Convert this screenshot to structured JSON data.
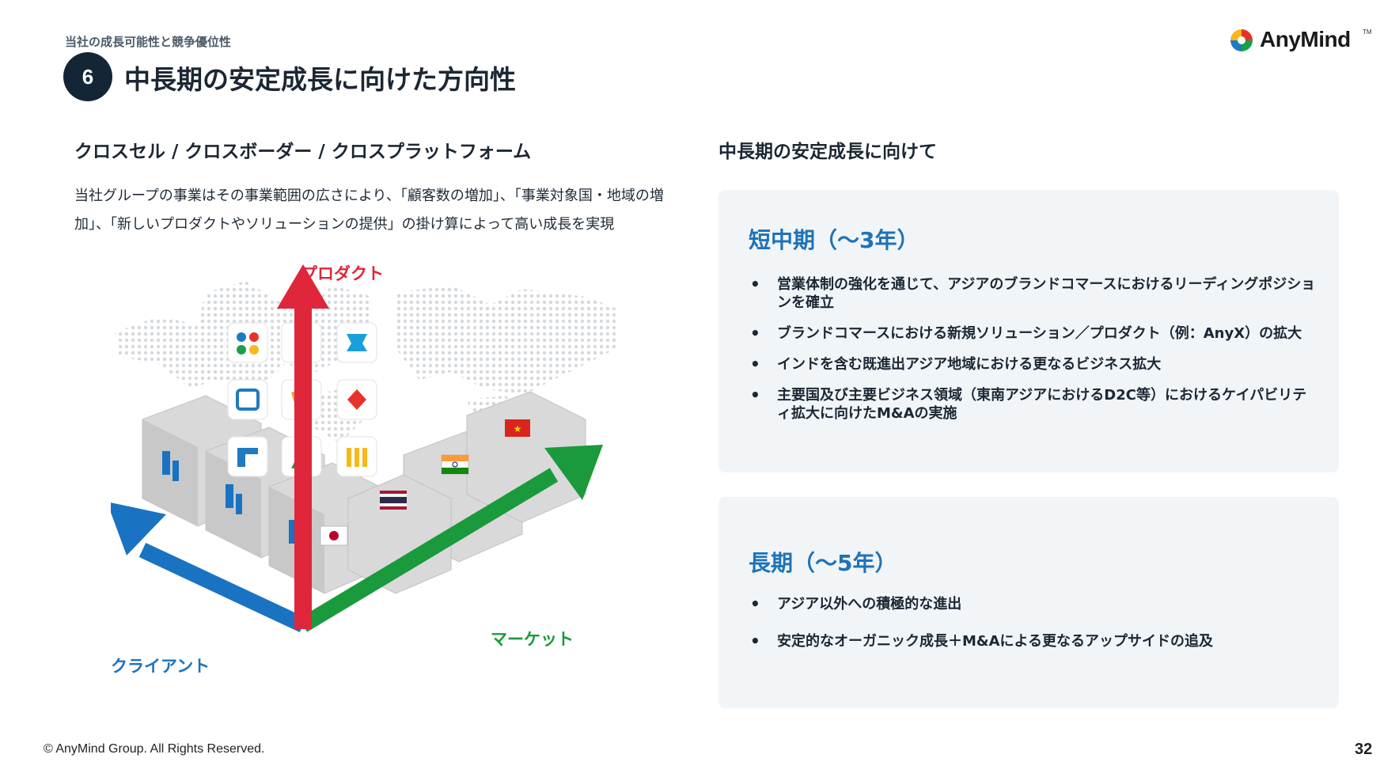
{
  "header": {
    "breadcrumb": "当社の成長可能性と競争優位性",
    "section_number": "6",
    "title": "中長期の安定成長に向けた方向性",
    "logo_text": "AnyMind",
    "logo_tm": "TM"
  },
  "left": {
    "heading": "クロスセル / クロスボーダー / クロスプラットフォーム",
    "body": "当社グループの事業はその事業範囲の広さにより、「顧客数の増加」、「事業対象国・地域の増加」、「新しいプロダクトやソリューションの提供」の掛け算によって高い成長を実現",
    "axis_product": "プロダクト",
    "axis_client": "クライアント",
    "axis_market": "マーケット",
    "colors": {
      "product": "#e0263a",
      "client": "#1a73c2",
      "market": "#1a9a3c"
    }
  },
  "right": {
    "heading": "中長期の安定成長に向けて",
    "short_mid": {
      "title": "短中期（〜3年）",
      "bullets": [
        "営業体制の強化を通じて、アジアのブランドコマースにおけるリーディングポジションを確立",
        "ブランドコマースにおける新規ソリューション／プロダクト（例：AnyX）の拡大",
        "インドを含む既進出アジア地域における更なるビジネス拡大",
        "主要国及び主要ビジネス領域（東南アジアにおけるD2C等）におけるケイパビリティ拡大に向けたM&Aの実施"
      ]
    },
    "long": {
      "title": "長期（〜5年）",
      "bullets": [
        "アジア以外への積極的な進出",
        "安定的なオーガニック成長＋M&Aによる更なるアップサイドの追及"
      ]
    },
    "accent_color": "#1f72b8"
  },
  "footer": {
    "copyright": "© AnyMind Group. All Rights Reserved.",
    "page_number": "32"
  }
}
